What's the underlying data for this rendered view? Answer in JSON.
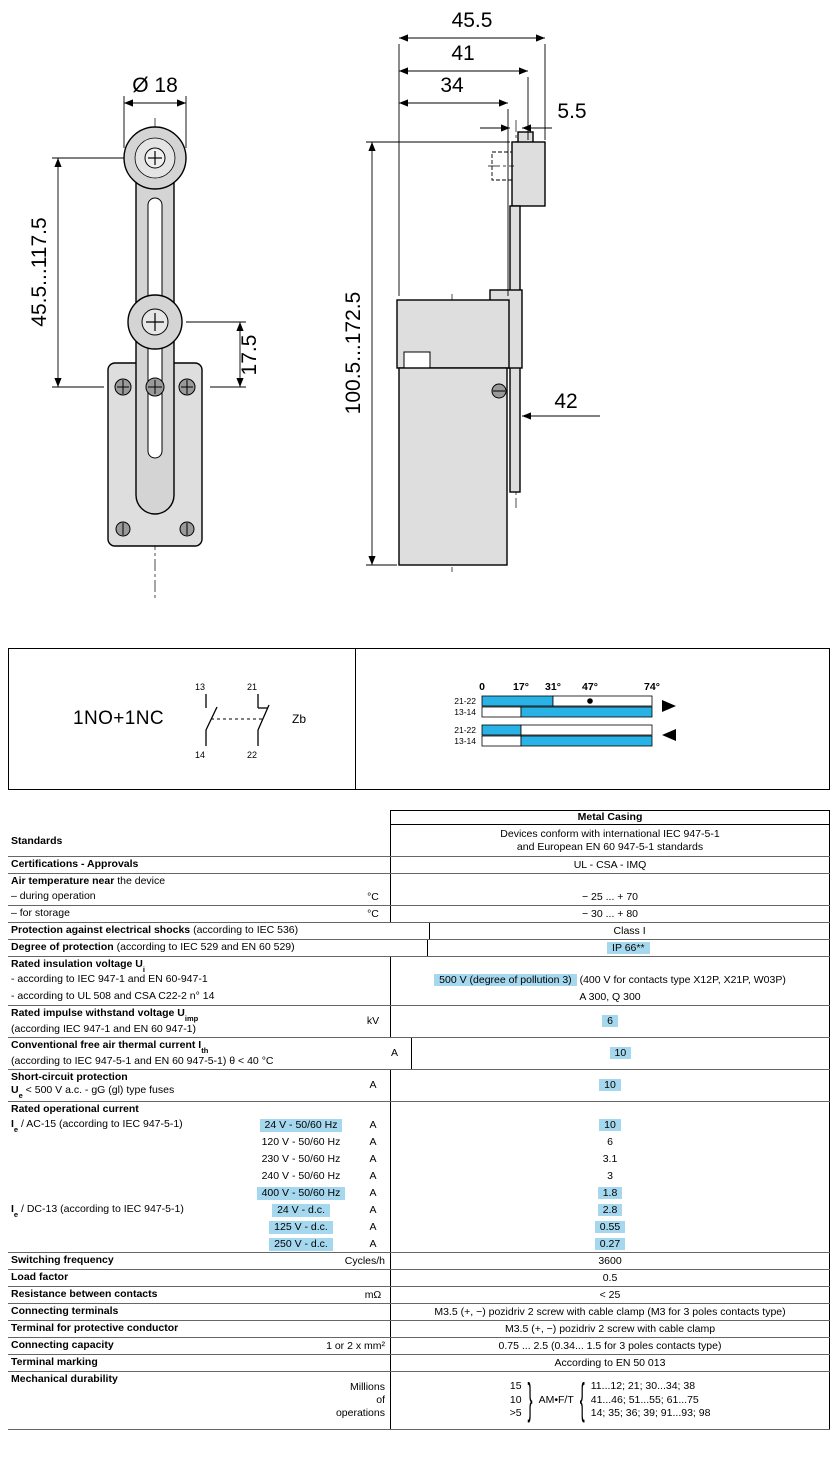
{
  "page": {
    "background": "#ffffff"
  },
  "drawings": {
    "front_view": {
      "roller_diameter": "Ø 18",
      "lever_length_range": "45.5...117.5",
      "pivot_offset": "17.5"
    },
    "side_view": {
      "width_total": "45.5",
      "width_mid": "41",
      "width_inner": "34",
      "lever_thickness": "5.5",
      "height_range": "100.5...172.5",
      "depth": "42"
    }
  },
  "contact_block": {
    "configuration": "1NO+1NC",
    "symbol": {
      "terminal_top_left": "13",
      "terminal_top_right": "21",
      "terminal_bottom_left": "14",
      "terminal_bottom_right": "22",
      "label": "Zb"
    },
    "travel": {
      "angles": [
        "0",
        "17°",
        "31°",
        "47°",
        "74°"
      ],
      "row_labels": [
        "21-22",
        "13-14"
      ],
      "bar_color": "#29b2e5",
      "groups": [
        {
          "direction": "right",
          "row1_closed_deg": [
            0,
            31
          ],
          "row2_closed_deg": [
            17,
            74
          ],
          "dot_deg": 47
        },
        {
          "direction": "left",
          "row1_closed_deg": [
            0,
            17
          ],
          "row2_closed_deg": [
            17,
            74
          ]
        }
      ]
    }
  },
  "table": {
    "highlight_color": "#a5d8ee",
    "rows": [
      {
        "value": "Metal Casing"
      },
      {
        "b": "Standards",
        "value": "Devices conform with international IEC 947-5-1",
        "value2": "and European EN 60 947-5-1 standards"
      },
      {
        "b": "Certifications - Approvals",
        "value": "UL - CSA - IMQ"
      },
      {
        "b": "Air temperature near",
        "r": " the device"
      },
      {
        "r": "– during operation",
        "unit": "°C",
        "value": "− 25 ... + 70"
      },
      {
        "r": "– for storage",
        "unit": "°C",
        "value": "− 30 ... + 80"
      },
      {
        "b": "Protection against electrical shocks",
        "r": " (according to IEC 536)",
        "value": "Class I"
      },
      {
        "b": "Degree of protection",
        "r": " (according to IEC 529 and EN 60 529)",
        "value": "IP 66**"
      },
      {
        "b": "Rated insulation voltage U",
        "sub": "i"
      },
      {
        "r": "- according to IEC 947-1 and EN 60-947-1",
        "value": "500 V (degree of pollution 3)",
        "value2": " (400 V for contacts type X12P, X21P, W03P)"
      },
      {
        "r": "- according to UL 508 and CSA C22-2 n° 14",
        "value": "A 300, Q 300"
      },
      {
        "b": "Rated impulse withstand voltage U",
        "sub": "imp",
        "l2r": "(according IEC 947-1 and EN 60 947-1)",
        "unit": "kV",
        "value": "6"
      },
      {
        "b": "Conventional free air thermal current I",
        "sub": "th",
        "l2r": "(according to IEC 947-5-1 and EN 60 947-5-1) θ < 40 °C",
        "unit": "A",
        "value": "10"
      },
      {
        "b": "Short-circuit protection",
        "l2b": "U",
        "l2sub": "e",
        "l2r": " < 500 V a.c. - gG (gl) type fuses",
        "unit": "A",
        "value": "10"
      },
      {
        "b": "Rated operational current"
      },
      {
        "b": "I",
        "sub": "e",
        "r": " / AC-15 (according to IEC 947-5-1)",
        "cond": "24 V - 50/60 Hz",
        "unit": "A",
        "value": "10"
      },
      {
        "cond": "120 V - 50/60 Hz",
        "unit": "A",
        "value": "6"
      },
      {
        "cond": "230 V - 50/60 Hz",
        "unit": "A",
        "value": "3.1"
      },
      {
        "cond": "240 V - 50/60 Hz",
        "unit": "A",
        "value": "3"
      },
      {
        "cond": "400 V - 50/60 Hz",
        "unit": "A",
        "value": "1.8"
      },
      {
        "b": "I",
        "sub": "e",
        "r": " / DC-13 (according to IEC 947-5-1)",
        "cond": "24 V - d.c.",
        "unit": "A",
        "value": "2.8"
      },
      {
        "cond": "125 V - d.c.",
        "unit": "A",
        "value": "0.55"
      },
      {
        "cond": "250 V - d.c.",
        "unit": "A",
        "value": "0.27"
      },
      {
        "b": "Switching frequency",
        "cu": "Cycles/h",
        "value": "3600"
      },
      {
        "b": "Load factor",
        "value": "0.5"
      },
      {
        "b": "Resistance between contacts",
        "unit": "mΩ",
        "value": "< 25"
      },
      {
        "b": "Connecting terminals",
        "value": "M3.5 (+, −) pozidriv 2 screw with cable clamp (M3 for 3 poles contacts type)"
      },
      {
        "b": "Terminal for protective conductor",
        "value": "M3.5 (+, −) pozidriv 2 screw with cable clamp"
      },
      {
        "b": "Connecting capacity",
        "cu": "1 or 2 x mm²",
        "value": "0.75 ... 2.5 (0.34... 1.5 for 3 poles contacts type)"
      },
      {
        "b": "Terminal marking",
        "value": "According to EN 50 013"
      },
      {
        "b": "Mechanical durability",
        "cu1": "Millions",
        "cu2": "of",
        "cu3": "operations",
        "m_left": [
          "15",
          "10",
          ">5"
        ],
        "m_brace_r": "}",
        "m_label": "AM•F/T",
        "m_brace_l": "{",
        "m_right": [
          "11...12;  21;  30...34;  38",
          "41...46;  51...55;  61...75",
          "14;  35;  36;  39;  91...93;  98"
        ]
      }
    ]
  }
}
